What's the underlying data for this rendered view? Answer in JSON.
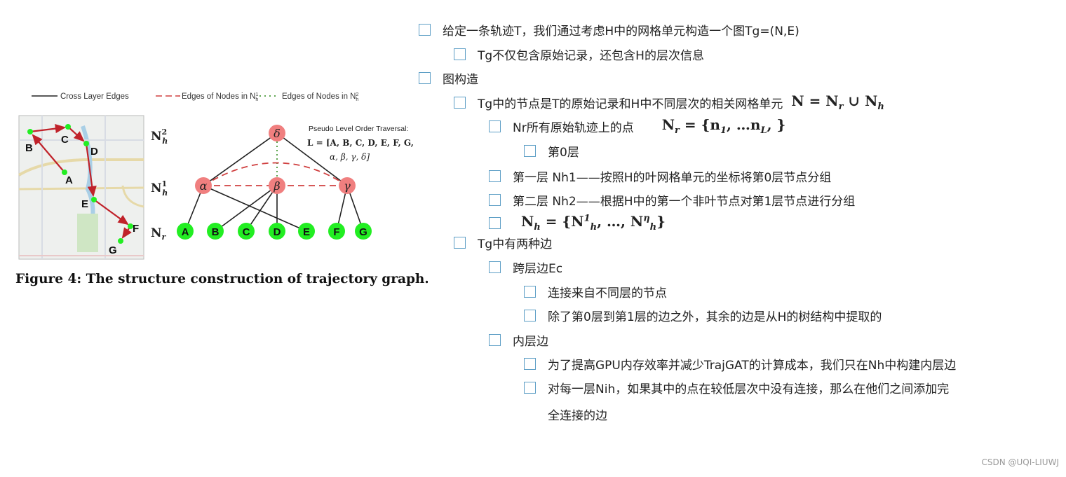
{
  "figure": {
    "legend": {
      "cross": "Cross Layer Edges",
      "n1": "Edges of Nodes in N",
      "n2": "Edges of Nodes in N",
      "n1_sup": "1",
      "n2_sup": "2",
      "sub": "h"
    },
    "levels": {
      "nh2": {
        "base": "N",
        "sub": "h",
        "sup": "2"
      },
      "nh1": {
        "base": "N",
        "sub": "h",
        "sup": "1"
      },
      "nr": {
        "base": "N",
        "sub": "r"
      }
    },
    "upper_nodes": {
      "delta": "δ",
      "alpha": "α",
      "beta": "β",
      "gamma": "γ"
    },
    "raw_nodes": [
      "A",
      "B",
      "C",
      "D",
      "E",
      "F",
      "G"
    ],
    "map_points": [
      "A",
      "B",
      "C",
      "D",
      "E",
      "F",
      "G"
    ],
    "traversal_title": "Pseudo Level Order Traversal:",
    "traversal_line1": "L = [A, B, C, D, E, F, G,",
    "traversal_line2": "α, β, γ, δ]",
    "caption": "Figure 4: The structure construction of trajectory graph.",
    "colors": {
      "raw_node": "#22ee22",
      "upper_node": "#f07f7f",
      "arrow": "#c0222a",
      "dashed": "#d04040",
      "dotted": "#4a9a3a"
    }
  },
  "outline": [
    {
      "level": 0,
      "text": "给定一条轨迹T，我们通过考虑H中的网格单元构造一个图Tg=(N,E)"
    },
    {
      "level": 1,
      "text": "Tg不仅包含原始记录，还包含H的层次信息"
    },
    {
      "level": 0,
      "text": "图构造"
    },
    {
      "level": 1,
      "text": "Tg中的节点是T的原始记录和H中不同层次的相关网格单元",
      "formula": [
        {
          "t": "N = N"
        },
        {
          "sub": "r"
        },
        {
          "t": " ∪ N"
        },
        {
          "sub": "h"
        }
      ]
    },
    {
      "level": 2,
      "text": "Nr所有原始轨迹上的点",
      "formula": [
        {
          "t": "N"
        },
        {
          "sub": "r"
        },
        {
          "t": " = {n"
        },
        {
          "sub": "1"
        },
        {
          "t": ", …n"
        },
        {
          "sub": "L"
        },
        {
          "t": ", }"
        }
      ]
    },
    {
      "level": 3,
      "text": "第0层"
    },
    {
      "level": 2,
      "text": "第一层 Nh1——按照H的叶网格单元的坐标将第0层节点分组"
    },
    {
      "level": 2,
      "text": "第二层 Nh2——根据H中的第一个非叶节点对第1层节点进行分组"
    },
    {
      "level": 2,
      "text": "",
      "formula": [
        {
          "t": "N"
        },
        {
          "sub": "h"
        },
        {
          "t": " = {N"
        },
        {
          "sup": "1"
        },
        {
          "sub": "h"
        },
        {
          "t": ", …, N"
        },
        {
          "sup": "η"
        },
        {
          "sub": "h"
        },
        {
          "t": "}"
        }
      ]
    },
    {
      "level": 1,
      "text": "Tg中有两种边"
    },
    {
      "level": 2,
      "text": "跨层边Ec"
    },
    {
      "level": 3,
      "text": "连接来自不同层的节点"
    },
    {
      "level": 3,
      "text": "除了第0层到第1层的边之外，其余的边是从H的树结构中提取的"
    },
    {
      "level": 2,
      "text": "内层边"
    },
    {
      "level": 3,
      "text": "为了提高GPU内存效率并减少TrajGAT的计算成本，我们只在Nh中构建内层边"
    },
    {
      "level": 3,
      "text": "对每一层Nih，如果其中的点在较低层次中没有连接，那么在他们之间添加完",
      "continuation": "全连接的边"
    }
  ],
  "watermark": "CSDN @UQI-LIUWJ"
}
